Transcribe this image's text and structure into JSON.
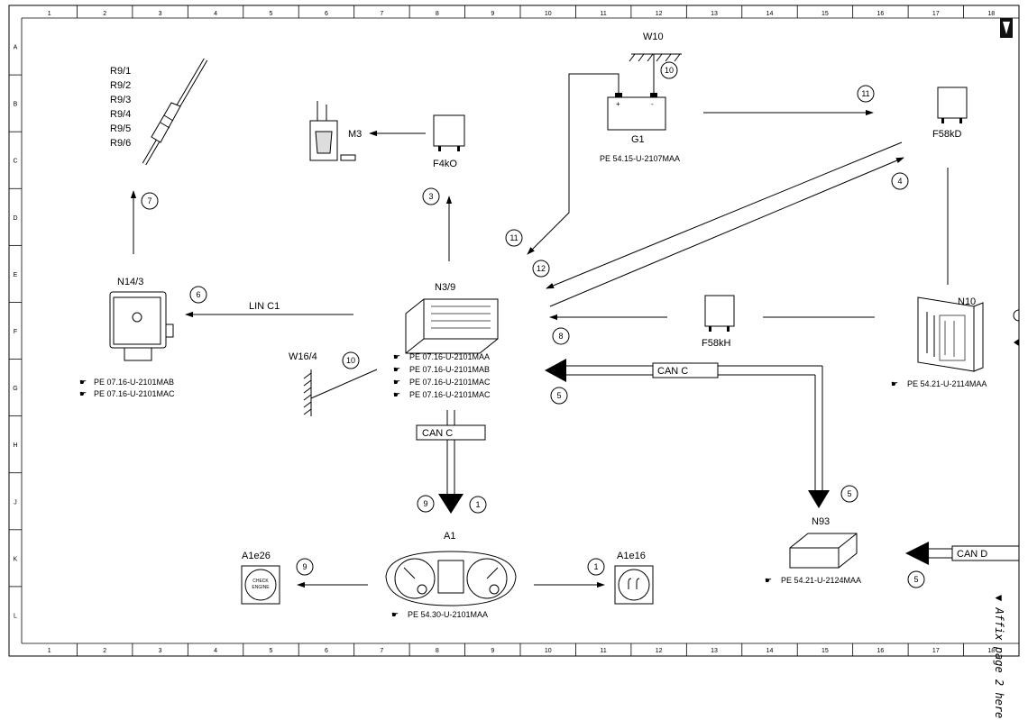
{
  "frame": {
    "columns": [
      "1",
      "2",
      "3",
      "4",
      "5",
      "6",
      "7",
      "8",
      "9",
      "10",
      "11",
      "12",
      "13",
      "14",
      "15",
      "16",
      "17",
      "18"
    ],
    "rows": [
      "A",
      "B",
      "C",
      "D",
      "E",
      "F",
      "G",
      "H",
      "J",
      "K",
      "L"
    ],
    "side_note": "▼ Affix page 2 here ▼"
  },
  "components": {
    "r9": {
      "labels": [
        "R9/1",
        "R9/2",
        "R9/3",
        "R9/4",
        "R9/5",
        "R9/6"
      ]
    },
    "m3": {
      "label": "M3"
    },
    "f4ko": {
      "label": "F4kO"
    },
    "w10": {
      "label": "W10"
    },
    "g1": {
      "label": "G1",
      "ref": "PE 54.15-U-2107MAA",
      "plus": "+",
      "minus": "-"
    },
    "f58kd": {
      "label": "F58kD"
    },
    "n14_3": {
      "label": "N14/3",
      "refs": [
        "PE 07.16-U-2101MAB",
        "PE 07.16-U-2101MAC"
      ]
    },
    "n3_9": {
      "label": "N3/9",
      "refs": [
        "PE 07.16-U-2101MAA",
        "PE 07.16-U-2101MAB",
        "PE 07.16-U-2101MAC",
        "PE 07.16-U-2101MAC"
      ]
    },
    "w16_4": {
      "label": "W16/4"
    },
    "f58kh": {
      "label": "F58kH"
    },
    "n10": {
      "label": "N10",
      "ref": "PE 54.21-U-2114MAA"
    },
    "n93": {
      "label": "N93",
      "ref": "PE 54.21-U-2124MAA"
    },
    "a1": {
      "label": "A1",
      "ref": "PE 54.30-U-2101MAA"
    },
    "a1e26": {
      "label": "A1e26",
      "text1": "CHECK",
      "text2": "ENGINE"
    },
    "a1e16": {
      "label": "A1e16"
    }
  },
  "buses": {
    "lin_c1": "LIN C1",
    "can_c_top": "CAN C",
    "can_c_mid": "CAN C",
    "can_d": "CAN D"
  },
  "circle_numbers": {
    "c10_w10": "10",
    "c11_top": "11",
    "c11_left": "11",
    "c12": "12",
    "c4": "4",
    "c7": "7",
    "c3": "3",
    "c6": "6",
    "c10_w16": "10",
    "c8": "8",
    "c5_mid": "5",
    "c5_n93": "5",
    "c5_cand": "5",
    "c9_down": "9",
    "c1_down": "1",
    "c9_a1": "9",
    "c1_a1": "1"
  }
}
